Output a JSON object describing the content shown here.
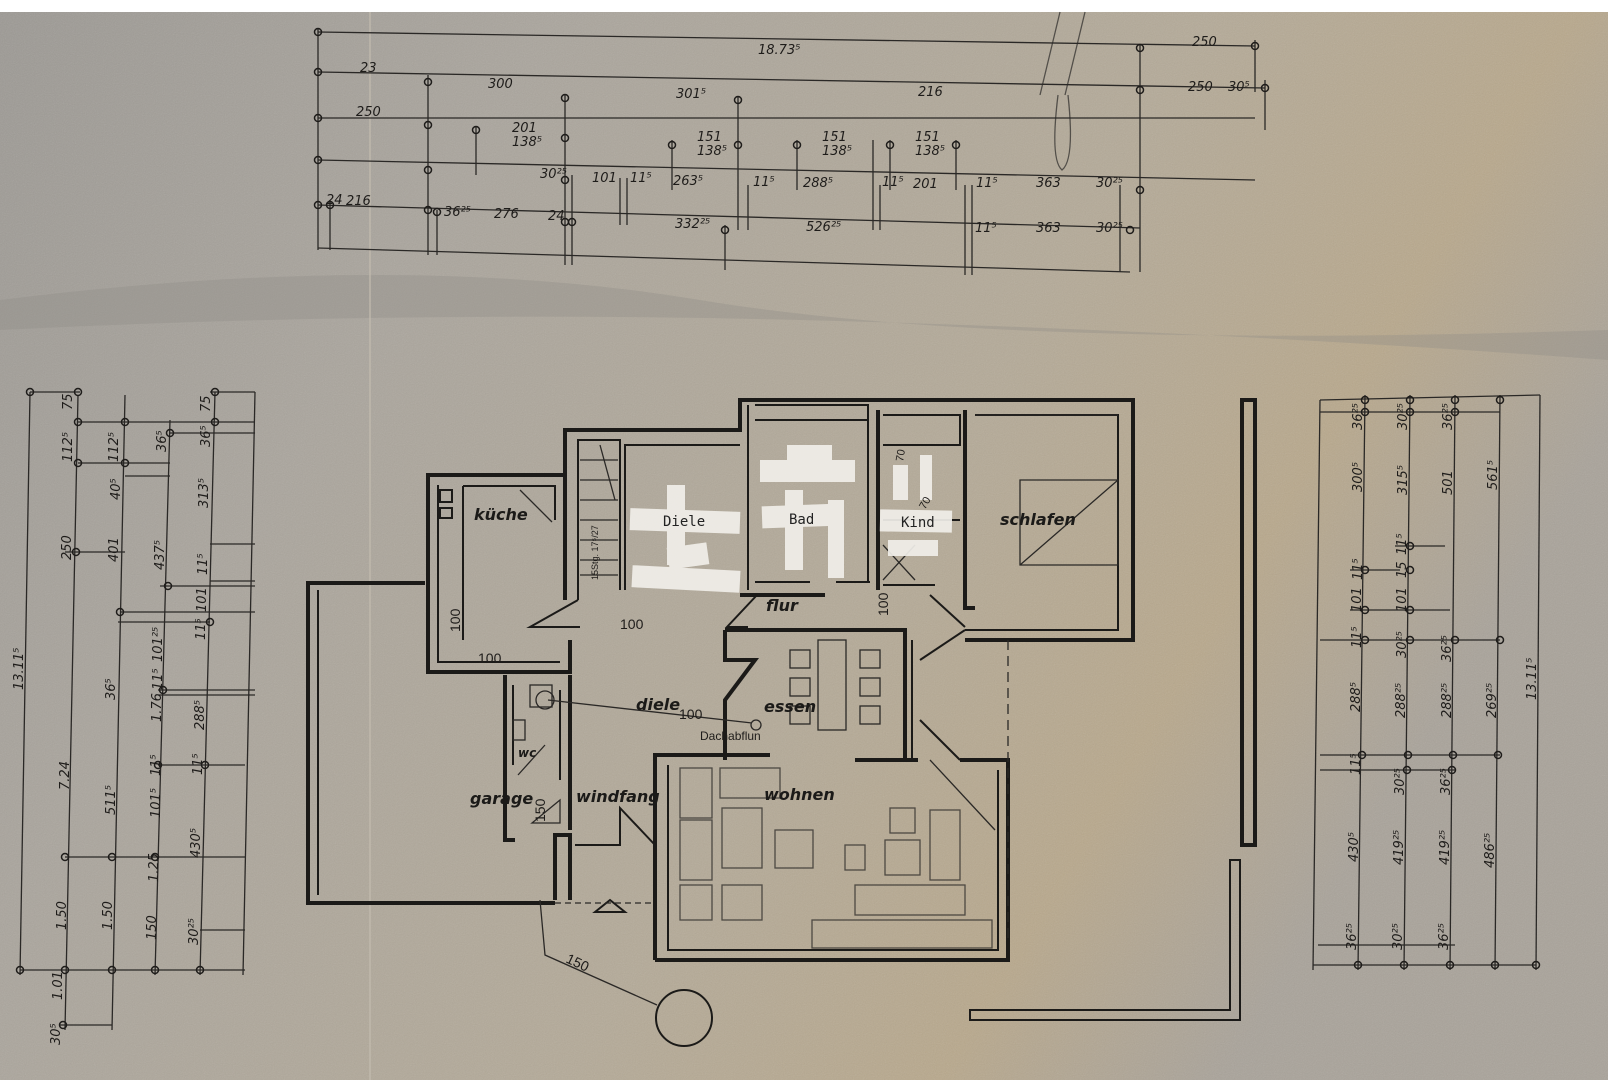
{
  "plan": {
    "rooms": {
      "kueche": "küche",
      "diele_upper": "Diele",
      "bad": "Bad",
      "kind": "Kind",
      "schlafen": "schlafen",
      "flur": "flur",
      "diele": "diele",
      "essen": "essen",
      "wc": "wc",
      "garage": "garage",
      "windfang": "windfang",
      "wohnen": "wohnen"
    },
    "annotations": {
      "dachabfluss": "Dachabflun",
      "stairs": "15Stg. 17⁵/27",
      "flur_width": "100",
      "kueche_width": "100",
      "kueche_side": "100",
      "flur_side": "100",
      "diele_width": "100",
      "windfang_width": "150",
      "path_length": "150",
      "kind_70a": "70",
      "kind_70b": "70"
    }
  },
  "top_dims": {
    "row1": [
      "18.73⁵",
      "250"
    ],
    "row2": [
      "23",
      "300",
      "301⁵",
      "216",
      "250",
      "30⁵"
    ],
    "row3": [
      "250",
      "201",
      "138⁵",
      "151",
      "138⁵",
      "151",
      "138⁵",
      "151",
      "138⁵"
    ],
    "row4": [
      "30²⁵",
      "101",
      "11⁵",
      "263⁵",
      "11⁵",
      "288⁵",
      "11⁵",
      "201",
      "11⁵",
      "363",
      "30²⁵"
    ],
    "row5": [
      "24",
      "216",
      "36²⁵",
      "276",
      "24",
      "332²⁵",
      "526²⁵",
      "11⁵",
      "363",
      "30²⁵"
    ]
  },
  "left_dims": {
    "col1": [
      "13.11⁵"
    ],
    "col2": [
      "75",
      "112⁵",
      "250",
      "7.24",
      "1.50",
      "1.01",
      "30⁵"
    ],
    "col3": [
      "112⁵",
      "40⁵",
      "401",
      "36⁵",
      "511⁵",
      "1.50"
    ],
    "col4": [
      "36⁵",
      "437⁵",
      "101²⁵",
      "11⁵",
      "1.76",
      "11⁵",
      "101⁵",
      "1.25",
      "150"
    ],
    "col5": [
      "75",
      "36⁵",
      "313⁵",
      "11⁵",
      "101",
      "11⁵",
      "288⁵",
      "11⁵",
      "430⁵",
      "30²⁵"
    ]
  },
  "right_dims": {
    "col1": [
      "36²⁵",
      "300⁵",
      "11⁵",
      "101",
      "11⁵",
      "288⁵",
      "11⁵",
      "430⁵",
      "36²⁵"
    ],
    "col2": [
      "30²⁵",
      "315⁵",
      "11⁵",
      "15",
      "101",
      "30²⁵",
      "288²⁵",
      "30²⁵",
      "419²⁵",
      "30²⁵"
    ],
    "col3": [
      "36²⁵",
      "501",
      "36²⁵",
      "288²⁵",
      "36²⁵",
      "419²⁵",
      "36²⁵"
    ],
    "col4": [
      "561⁵",
      "269²⁵",
      "486²⁵"
    ],
    "col5": [
      "13.11⁵"
    ]
  },
  "colors": {
    "paper": "#a8a49c",
    "ink": "#1b1a18",
    "tape": "#f2f0ec"
  }
}
